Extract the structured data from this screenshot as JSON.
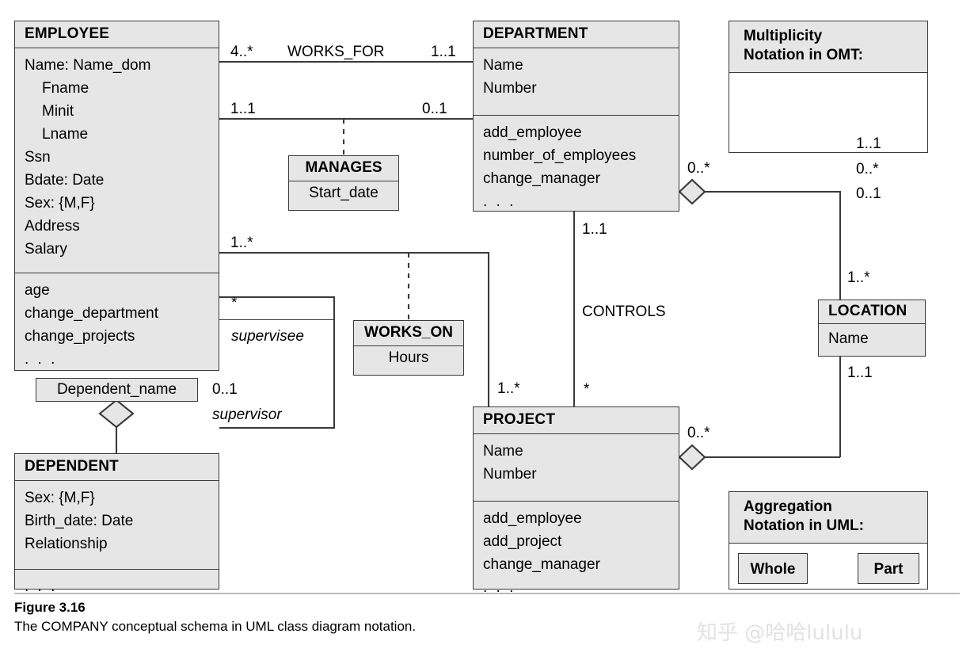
{
  "figure": {
    "number": "Figure 3.16",
    "caption": "The COMPANY conceptual schema in UML class diagram notation.",
    "watermark": "知乎 @哈哈lululu"
  },
  "colors": {
    "class_fill": "#e6e6e6",
    "line": "#3a3a3a",
    "background": "#ffffff",
    "watermark": "#e2e2e2"
  },
  "classes": {
    "employee": {
      "name": "EMPLOYEE",
      "attributes": [
        "Name: Name_dom",
        "Fname",
        "Minit",
        "Lname",
        "Ssn",
        "Bdate: Date",
        "Sex: {M,F}",
        "Address",
        "Salary"
      ],
      "operations": [
        "age",
        "change_department",
        "change_projects",
        ". . ."
      ]
    },
    "department": {
      "name": "DEPARTMENT",
      "attributes": [
        "Name",
        "Number"
      ],
      "operations": [
        "add_employee",
        "number_of_employees",
        "change_manager",
        ". . ."
      ]
    },
    "project": {
      "name": "PROJECT",
      "attributes": [
        "Name",
        "Number"
      ],
      "operations": [
        "add_employee",
        "add_project",
        "change_manager",
        ". . ."
      ]
    },
    "dependent": {
      "name": "DEPENDENT",
      "attributes": [
        "Sex: {M,F}",
        "Birth_date: Date",
        "Relationship"
      ],
      "operations": [
        ". . ."
      ]
    },
    "location": {
      "name": "LOCATION",
      "attributes": [
        "Name"
      ]
    }
  },
  "association_classes": {
    "manages": {
      "name": "MANAGES",
      "attribute": "Start_date"
    },
    "works_on": {
      "name": "WORKS_ON",
      "attribute": "Hours"
    }
  },
  "weak_entity_part": {
    "dependent_name": "Dependent_name"
  },
  "associations": {
    "works_for": {
      "name": "WORKS_FOR",
      "employee_end": "4..*",
      "department_end": "1..1"
    },
    "manages": {
      "employee_end": "1..1",
      "department_end": "0..1"
    },
    "works_on": {
      "employee_end": "1..*",
      "project_end": "1..*"
    },
    "controls": {
      "name": "CONTROLS",
      "department_end": "1..1",
      "project_end": "*"
    },
    "supervision": {
      "supervisee_mult": "*",
      "supervisee_role": "supervisee",
      "supervisor_mult": "0..1",
      "supervisor_role": "supervisor"
    },
    "dept_locations": {
      "department_end": "0..*",
      "location_end": "1..*"
    },
    "project_location": {
      "project_end": "0..*",
      "location_end": "1..1"
    }
  },
  "legends": {
    "multiplicity": {
      "title_line1": "Multiplicity",
      "title_line2": "Notation in OMT:",
      "rows": [
        {
          "symbol": "plain-line",
          "label": "1..1"
        },
        {
          "symbol": "filled-circle-line",
          "label": "0..*"
        },
        {
          "symbol": "hollow-circle-line",
          "label": "0..1"
        }
      ]
    },
    "aggregation": {
      "title_line1": "Aggregation",
      "title_line2": "Notation in UML:",
      "whole_label": "Whole",
      "part_label": "Part"
    }
  }
}
